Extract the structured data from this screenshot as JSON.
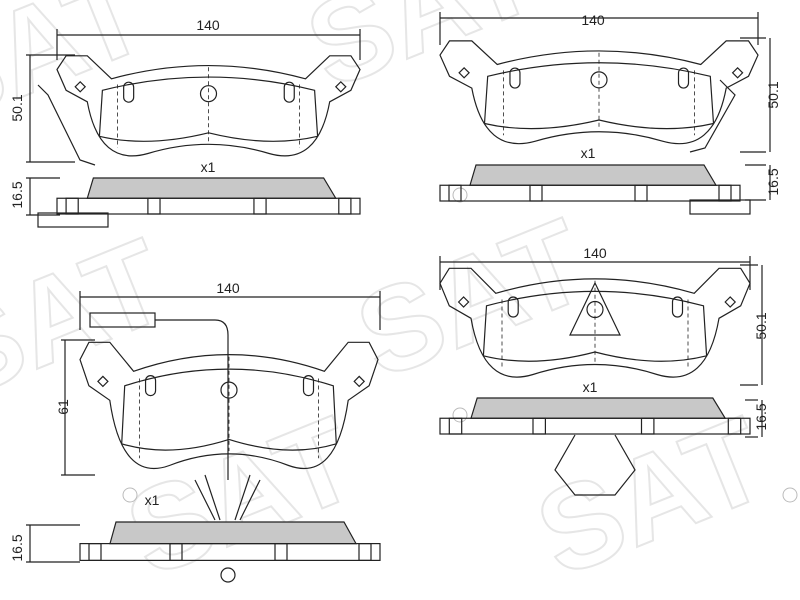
{
  "watermark": {
    "text": "SAT",
    "mark": "®"
  },
  "colors": {
    "line": "#222222",
    "friction": "#c8c8c8",
    "watermark": "#e6e6e6"
  },
  "views": [
    {
      "id": "pad-1",
      "width_label": "140",
      "height_label": "50.1",
      "qty_label": "x1",
      "thickness_label": "16.5",
      "feature": "spring-clip-left"
    },
    {
      "id": "pad-2",
      "width_label": "140",
      "height_label": "50.1",
      "qty_label": "x1",
      "thickness_label": "16.5",
      "feature": "spring-clip-right"
    },
    {
      "id": "pad-3",
      "width_label": "140",
      "height_label": "61",
      "qty_label": "x1",
      "thickness_label": "16.5",
      "feature": "wear-sensor"
    },
    {
      "id": "pad-4",
      "width_label": "140",
      "height_label": "50.1",
      "qty_label": "x1",
      "thickness_label": "16.5",
      "feature": "center-clip"
    }
  ]
}
